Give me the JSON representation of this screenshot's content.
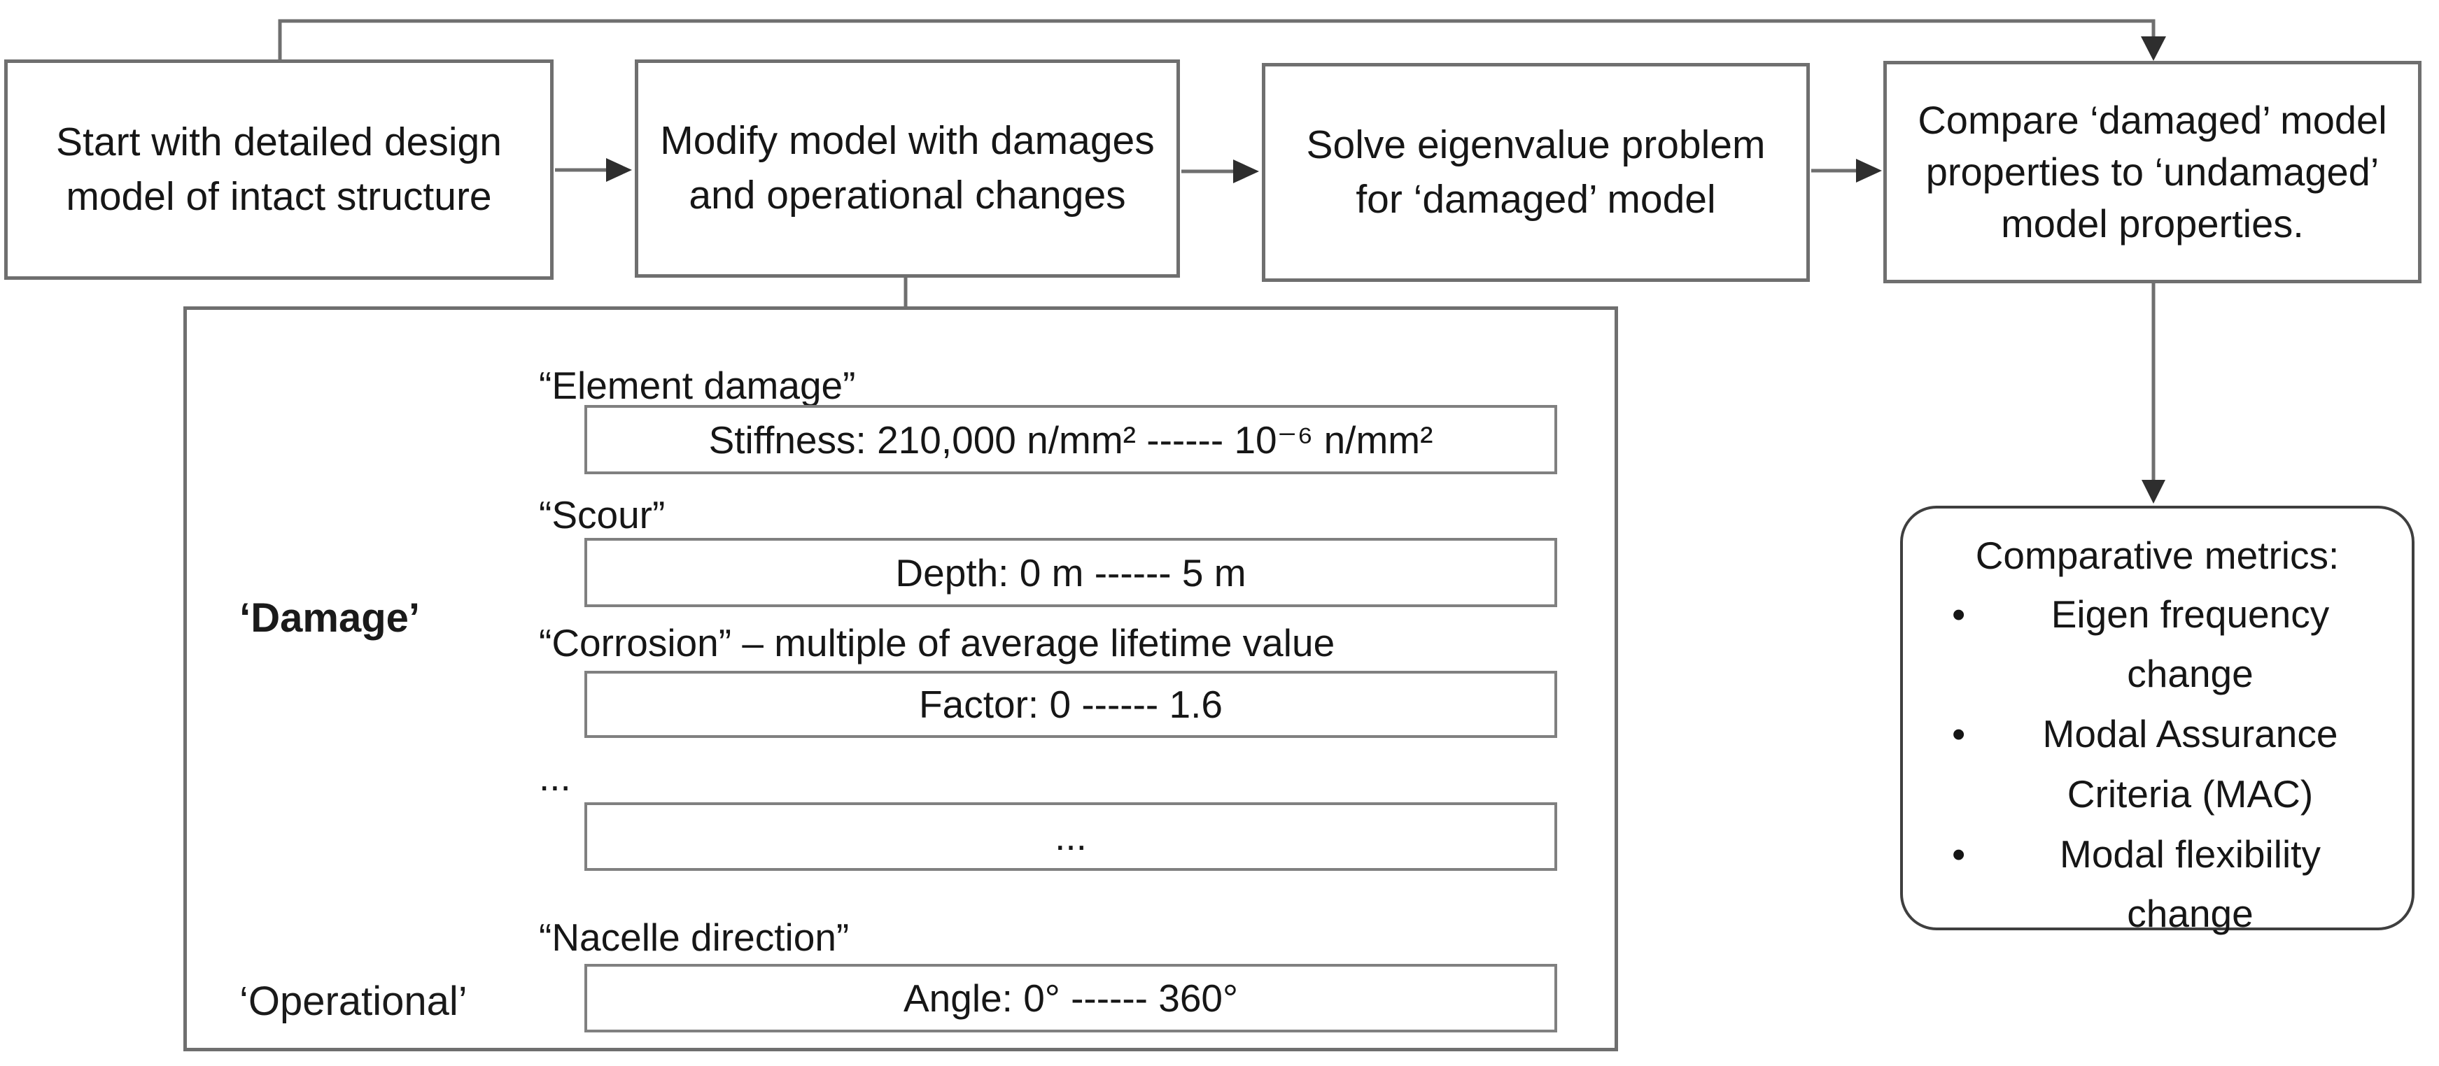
{
  "flow": {
    "step1": "Start with detailed design model of intact structure",
    "step2": "Modify model with damages and operational changes",
    "step3": "Solve eigenvalue problem for ‘damaged’ model",
    "step4": "Compare ‘damaged’ model properties to ‘undamaged’ model properties."
  },
  "parameters_panel": {
    "damage_group_label": "‘Damage’",
    "operational_group_label": "‘Operational’",
    "rows": [
      {
        "label": "“Element damage”",
        "value": "Stiffness: 210,000 n/mm² ------ 10⁻⁶ n/mm²"
      },
      {
        "label": "“Scour”",
        "value": "Depth: 0 m ------ 5 m"
      },
      {
        "label": "“Corrosion” – multiple of average lifetime value",
        "value": "Factor: 0 ------ 1.6"
      },
      {
        "label": "...",
        "value": "..."
      },
      {
        "label": "“Nacelle direction”",
        "value": "Angle: 0° ------ 360°"
      }
    ]
  },
  "metrics_box": {
    "title": "Comparative metrics:",
    "bullet": "•",
    "items": [
      {
        "text": "Eigen frequency\nchange"
      },
      {
        "text": "Modal Assurance\nCriteria (MAC)"
      },
      {
        "text": "Modal flexibility\nchange"
      }
    ]
  },
  "colors": {
    "connector_line": "#6f6f6f",
    "box_border": "#6f6f6f",
    "inner_box_border": "#808080",
    "brace": "#3f3f3f",
    "arrowhead": "#2e2e2e",
    "text": "#161616",
    "background": "#ffffff"
  }
}
